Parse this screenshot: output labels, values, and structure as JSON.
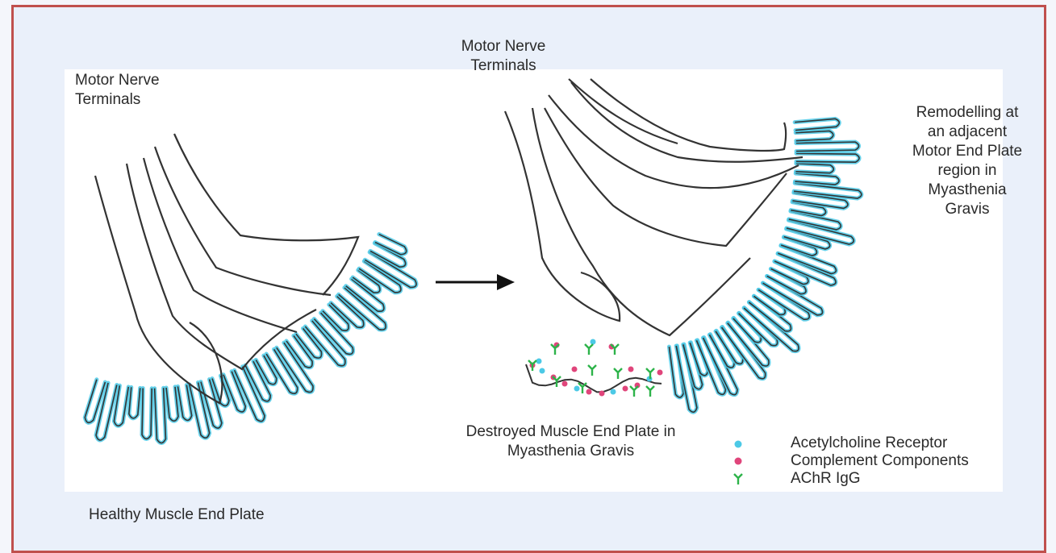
{
  "labels": {
    "nerve_left": "Motor Nerve\nTerminals",
    "nerve_right": "Motor Nerve\nTerminals",
    "healthy": "Healthy Muscle End Plate",
    "destroyed": "Destroyed Muscle End Plate in\nMyasthenia Gravis",
    "remodelling": "Remodelling at\nan adjacent\nMotor End Plate\nregion in\nMyasthenia\nGravis"
  },
  "legend": [
    {
      "label": "Acetylcholine Receptor",
      "icon": "cyan-dot",
      "color": "#4cc9e6"
    },
    {
      "label": "Complement Components",
      "icon": "pink-dot",
      "color": "#e0457b"
    },
    {
      "label": "AChR IgG",
      "icon": "y-antibody",
      "color": "#2db34a"
    }
  ],
  "colors": {
    "frame": "#c0504d",
    "background": "#eaf0fa",
    "receptor": "#4cc9e6",
    "complement": "#e0457b",
    "antibody": "#2db34a",
    "ink": "#2a2a2a"
  }
}
